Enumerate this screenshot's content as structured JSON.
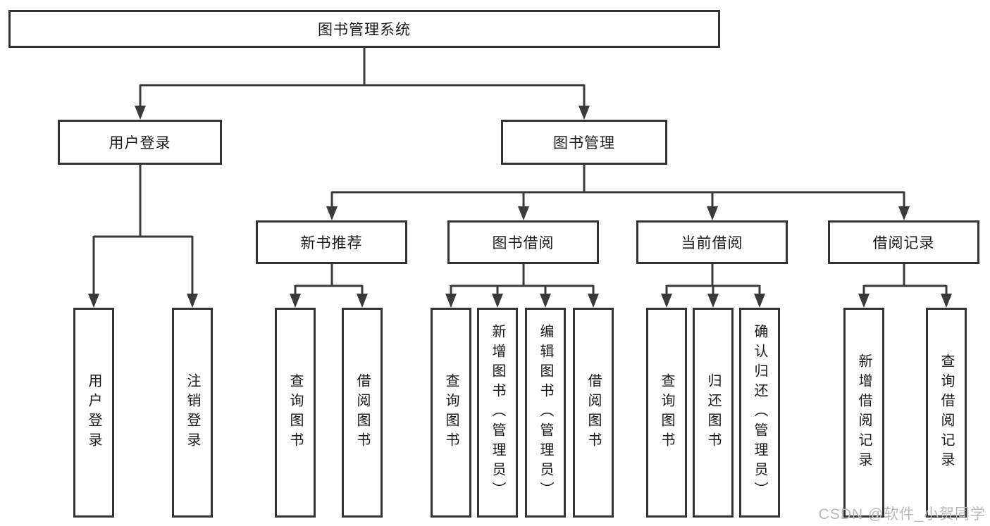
{
  "tree": {
    "root": "图书管理系统",
    "level2": [
      {
        "label": "用户登录"
      },
      {
        "label": "图书管理"
      }
    ],
    "level3": [
      {
        "label": "新书推荐"
      },
      {
        "label": "图书借阅"
      },
      {
        "label": "当前借阅"
      },
      {
        "label": "借阅记录"
      }
    ],
    "leaves": {
      "user_login": [
        "用户登录",
        "注销登录"
      ],
      "new_book_recommend": [
        "查询图书",
        "借阅图书"
      ],
      "book_borrow": [
        "查询图书",
        "新增图书（管理员）",
        "编辑图书（管理员）",
        "借阅图书"
      ],
      "current_borrow": [
        "查询图书",
        "归还图书",
        "确认归还（管理员）"
      ],
      "borrow_records": [
        "新增借阅记录",
        "查询借阅记录"
      ]
    }
  },
  "watermark": {
    "text": "CSDN @软件_小贺同学",
    "color": "#b9b9b9"
  },
  "colors": {
    "line": "#3a3a3a",
    "box_border": "#333333",
    "background": "#ffffff",
    "text": "#1a1a1a"
  }
}
